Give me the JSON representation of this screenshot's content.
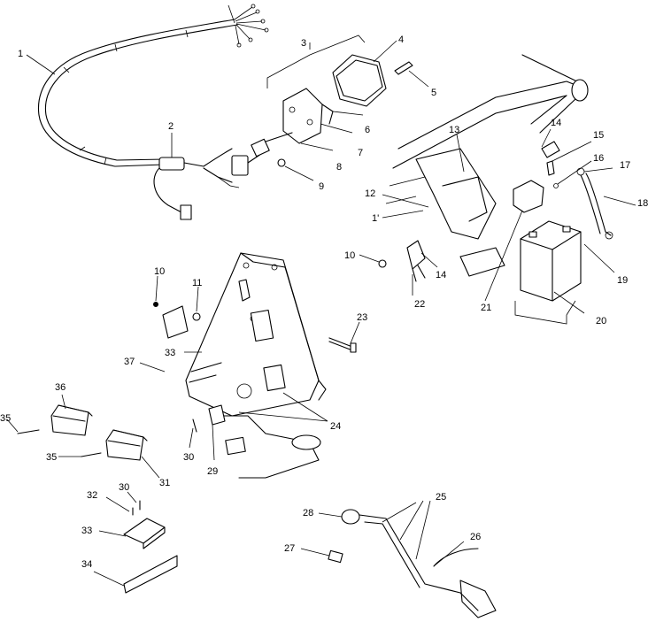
{
  "diagram": {
    "callouts": [
      {
        "id": "c1",
        "text": "1"
      },
      {
        "id": "c2",
        "text": "2"
      },
      {
        "id": "c3",
        "text": "3"
      },
      {
        "id": "c4",
        "text": "4"
      },
      {
        "id": "c5",
        "text": "5"
      },
      {
        "id": "c6",
        "text": "6"
      },
      {
        "id": "c7",
        "text": "7"
      },
      {
        "id": "c8",
        "text": "8"
      },
      {
        "id": "c9",
        "text": "9"
      },
      {
        "id": "c10a",
        "text": "10"
      },
      {
        "id": "c10b",
        "text": "10"
      },
      {
        "id": "c11a",
        "text": "11"
      },
      {
        "id": "c11b",
        "text": "1'"
      },
      {
        "id": "c12",
        "text": "12"
      },
      {
        "id": "c13",
        "text": "13"
      },
      {
        "id": "c14a",
        "text": "14"
      },
      {
        "id": "c14b",
        "text": "14"
      },
      {
        "id": "c15",
        "text": "15"
      },
      {
        "id": "c16",
        "text": "16"
      },
      {
        "id": "c17",
        "text": "17"
      },
      {
        "id": "c18",
        "text": "18"
      },
      {
        "id": "c19",
        "text": "19"
      },
      {
        "id": "c20",
        "text": "20"
      },
      {
        "id": "c21",
        "text": "21"
      },
      {
        "id": "c22",
        "text": "22"
      },
      {
        "id": "c23",
        "text": "23"
      },
      {
        "id": "c24",
        "text": "24"
      },
      {
        "id": "c25",
        "text": "25"
      },
      {
        "id": "c26",
        "text": "26"
      },
      {
        "id": "c27",
        "text": "27"
      },
      {
        "id": "c28",
        "text": "28"
      },
      {
        "id": "c29",
        "text": "29"
      },
      {
        "id": "c30a",
        "text": "30"
      },
      {
        "id": "c30b",
        "text": "30"
      },
      {
        "id": "c31",
        "text": "31"
      },
      {
        "id": "c32",
        "text": "32"
      },
      {
        "id": "c33a",
        "text": "33"
      },
      {
        "id": "c33b",
        "text": "33"
      },
      {
        "id": "c34",
        "text": "34"
      },
      {
        "id": "c35a",
        "text": "35"
      },
      {
        "id": "c35b",
        "text": "35"
      },
      {
        "id": "c36",
        "text": "36"
      },
      {
        "id": "c37",
        "text": "37"
      }
    ]
  }
}
